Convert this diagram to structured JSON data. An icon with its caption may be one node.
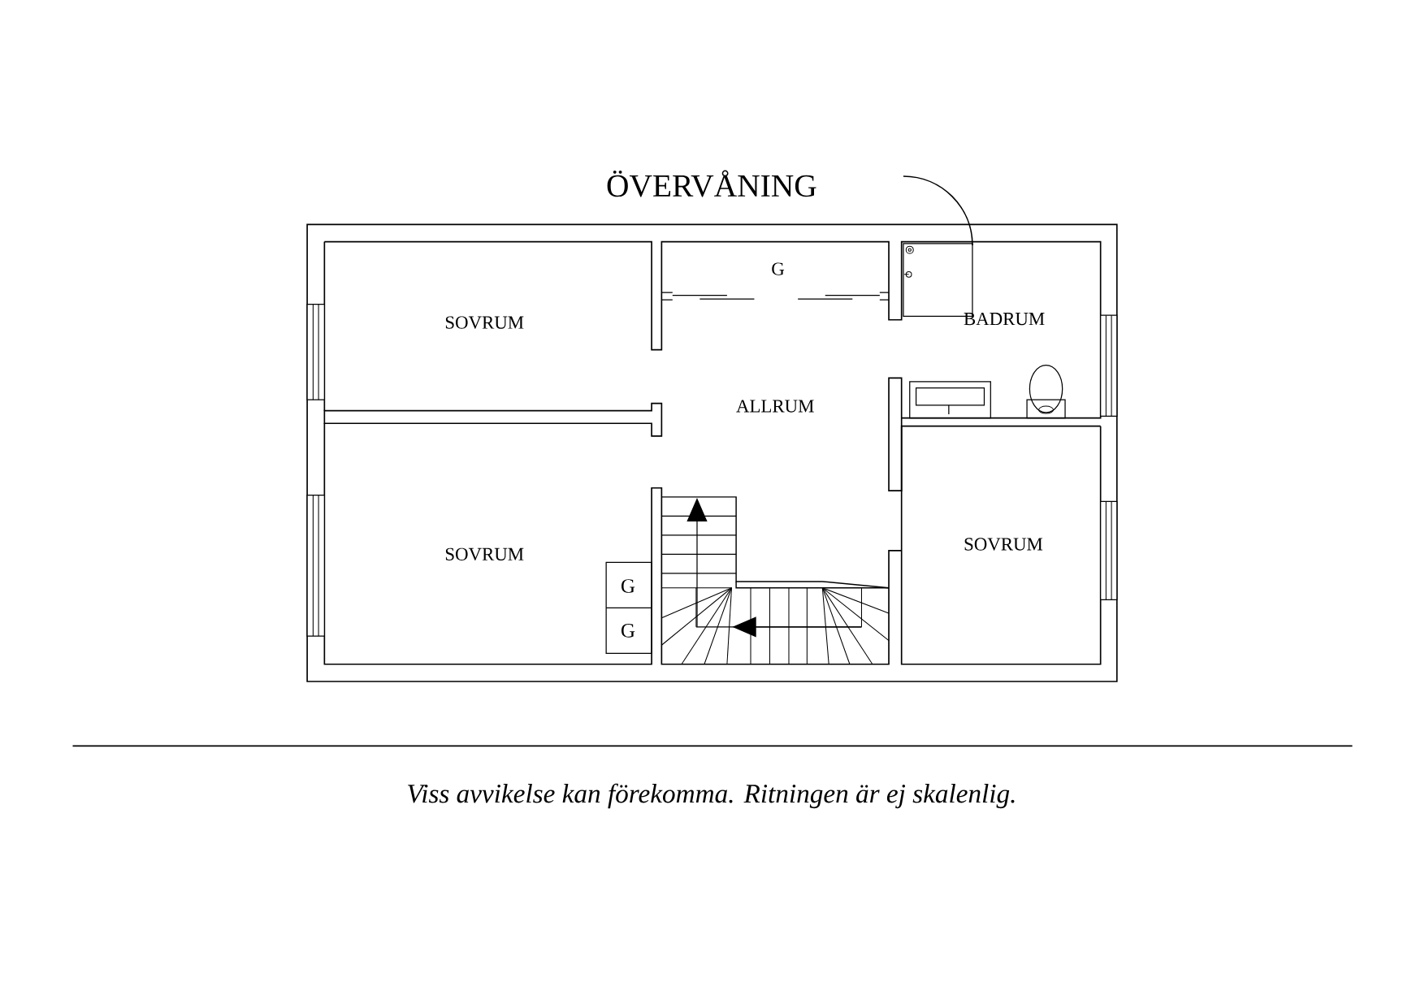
{
  "diagram": {
    "title": "ÖVERVÅNING",
    "caption": "Viss avvikelse kan förekomma. Ritningen är ej skalenlig.",
    "labels": [
      "G",
      "BADRUM",
      "SOVRUM",
      "ALLRUM",
      "SOVRUM",
      "SOVRUM",
      "G",
      "G"
    ]
  }
}
